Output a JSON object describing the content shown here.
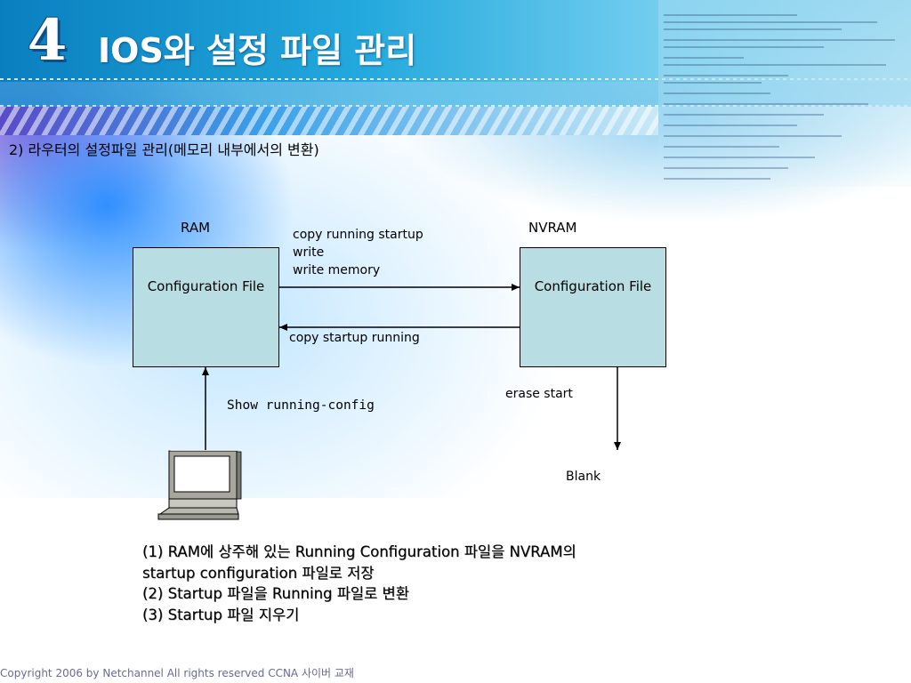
{
  "slide": {
    "badge": "4",
    "title": "IOS와 설정 파일 관리",
    "subtitle": "2) 라우터의 설정파일 관리(메모리 내부에서의 변환)"
  },
  "diagram": {
    "ram_label": "RAM",
    "nvram_label": "NVRAM",
    "ram_box_text": "Configuration File",
    "nvram_box_text": "Configuration File",
    "forward_commands": [
      "copy running startup",
      "write",
      "write memory"
    ],
    "backward_command": "copy startup running",
    "show_command": "Show running-config",
    "erase_command": "erase start",
    "blank_label": "Blank"
  },
  "notes": [
    "(1) RAM에 상주해 있는 Running Configuration 파일을 NVRAM의",
    "startup configuration 파일로 저장",
    "(2) Startup 파일을 Running 파일로 변환",
    "(3) Startup 파일 지우기"
  ],
  "footer": {
    "copyright": "Copyright 2006 by Netchannel All rights reserved CCNA 사이버 교재"
  }
}
